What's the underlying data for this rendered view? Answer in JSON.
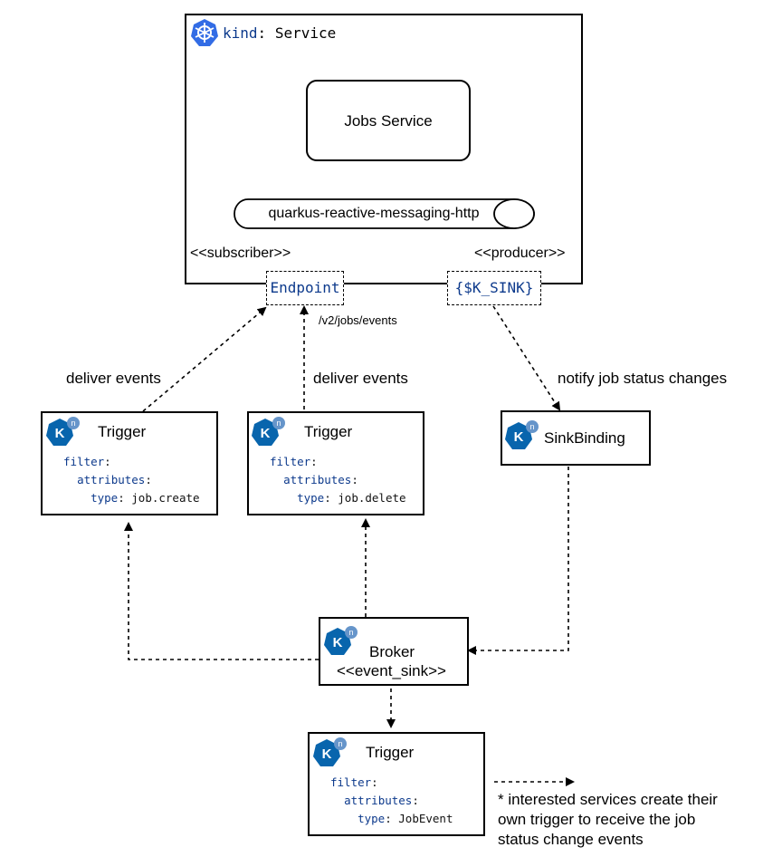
{
  "service": {
    "kind_key": "kind",
    "kind_sep": ":",
    "kind_value": "Service",
    "jobs_service": "Jobs Service",
    "messaging_addon": "quarkus-reactive-messaging-http",
    "subscriber_stereotype": "<<subscriber>>",
    "producer_stereotype": "<<producer>>",
    "endpoint_port": "Endpoint",
    "sink_port": "{$K_SINK}"
  },
  "edges": {
    "path_label": "/v2/jobs/events",
    "deliver_left": "deliver events",
    "deliver_right": "deliver events",
    "notify": "notify job status changes"
  },
  "triggers": [
    {
      "title": "Trigger",
      "filter_key": "filter",
      "attributes_key": "attributes",
      "type_key": "type",
      "type_value": "job.create"
    },
    {
      "title": "Trigger",
      "filter_key": "filter",
      "attributes_key": "attributes",
      "type_key": "type",
      "type_value": "job.delete"
    },
    {
      "title": "Trigger",
      "filter_key": "filter",
      "attributes_key": "attributes",
      "type_key": "type",
      "type_value": "JobEvent"
    }
  ],
  "sinkbinding": {
    "title": "SinkBinding"
  },
  "broker": {
    "title": "Broker",
    "stereotype": "<<event_sink>>"
  },
  "note": {
    "line1": "* interested services create their",
    "line2": "own trigger to receive the job",
    "line3": "status change events"
  },
  "icons": {
    "kubernetes": "kubernetes-helm-icon",
    "knative": "knative-k-icon"
  },
  "colors": {
    "kubernetes_blue": "#326ce5",
    "knative_blue": "#0865ad",
    "knative_badge": "#6695ca",
    "code_blue": "#0d3a8c"
  }
}
